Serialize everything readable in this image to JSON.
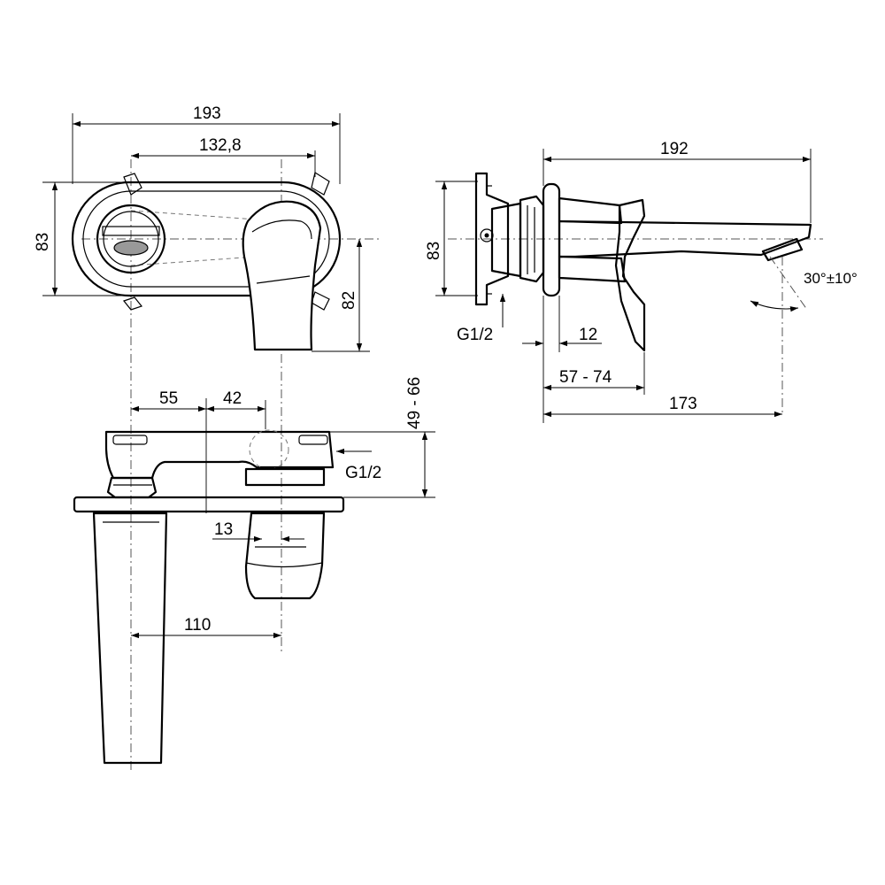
{
  "front_view": {
    "width_total": "193",
    "width_centers": "132,8",
    "plate_height": "83",
    "handle_drop": "82"
  },
  "top_view": {
    "offset_a": "55",
    "offset_b": "42",
    "depth_range": "49 - 66",
    "inlet_label": "G1/2",
    "inlet_offset": "13",
    "spout_offset": "110"
  },
  "side_view": {
    "spout_length": "192",
    "plate_height": "83",
    "inlet_label": "G1/2",
    "wall_gap": "12",
    "install_depth": "57 - 74",
    "reach": "173",
    "angle": "30°±10°"
  }
}
